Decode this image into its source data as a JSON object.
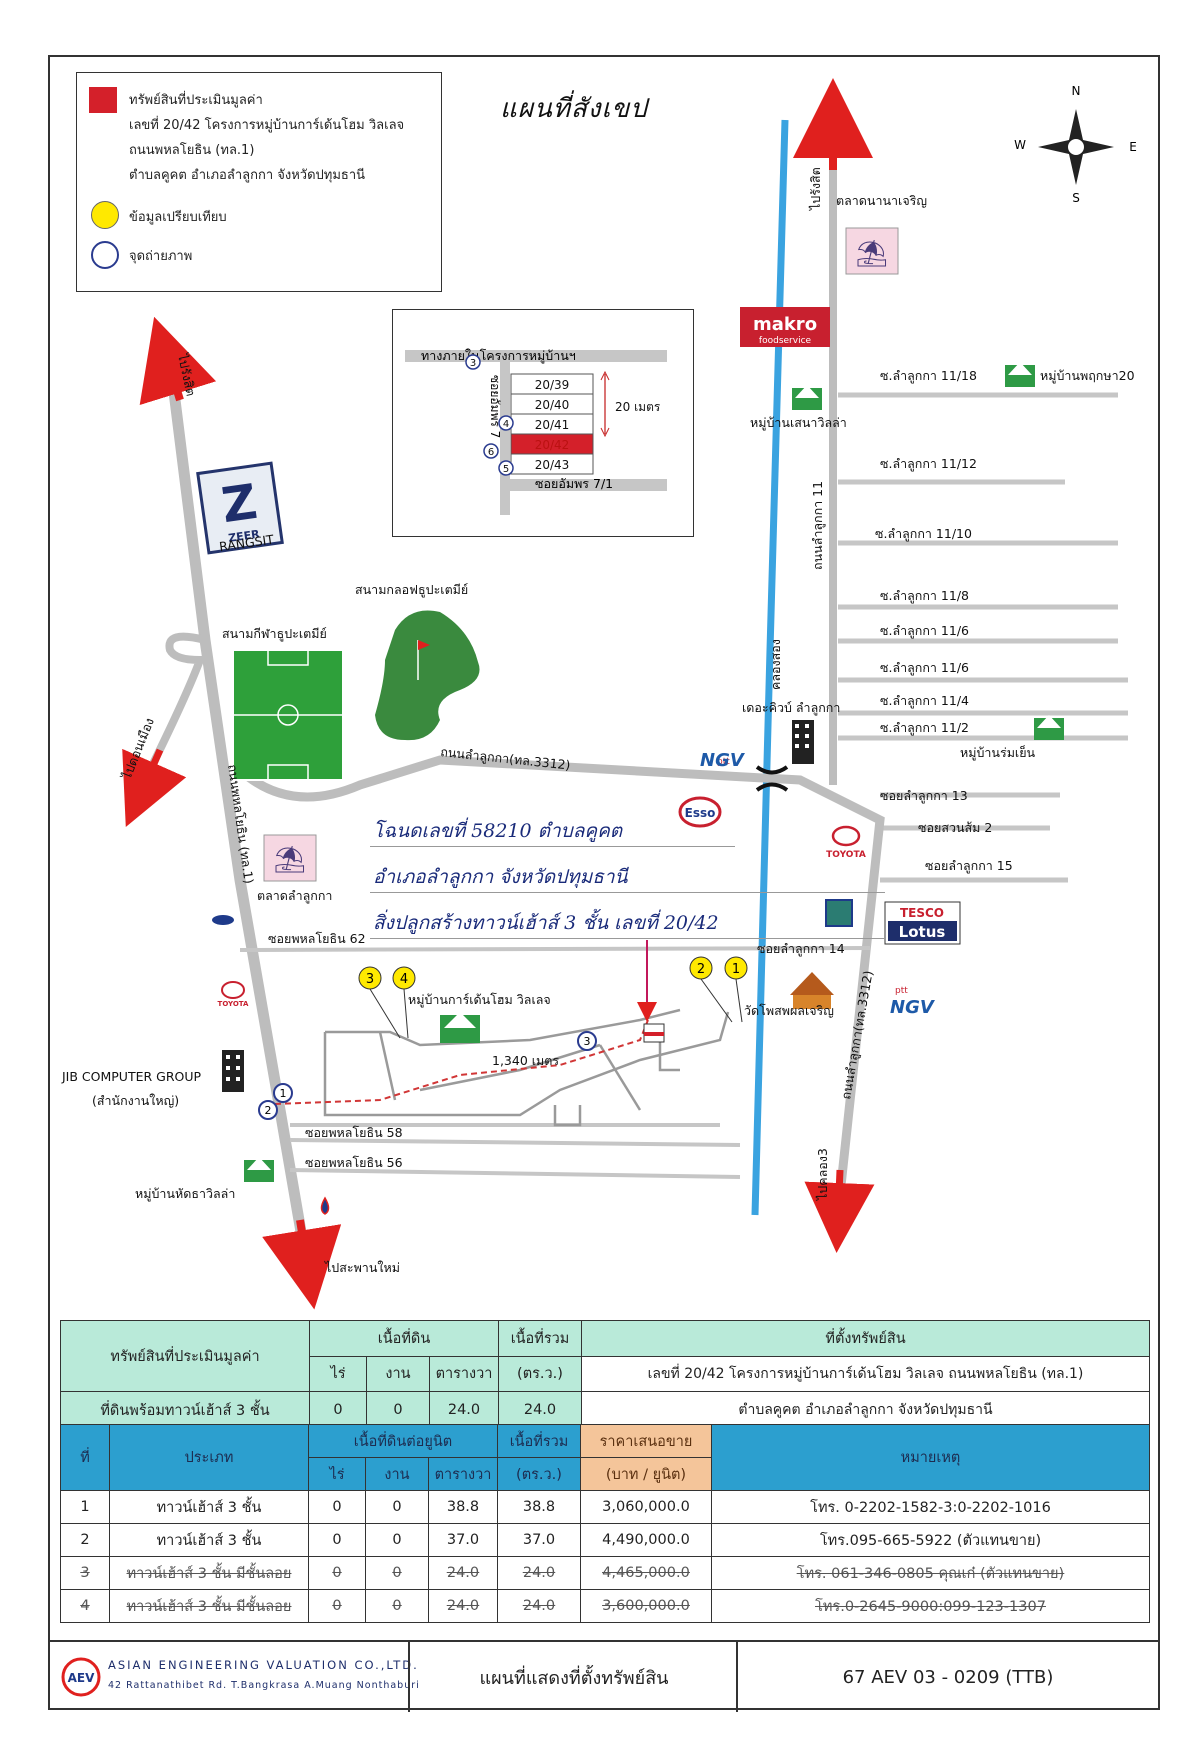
{
  "map_title": "แผนที่สังเขป",
  "compass": {
    "n": "N",
    "s": "S",
    "e": "E",
    "w": "W"
  },
  "legend": {
    "subject_label": "ทรัพย์สินที่ประเมินมูลค่า",
    "address_line1": "เลขที่ 20/42 โครงการหมู่บ้านการ์เด้นโฮม วิลเลจ",
    "address_line2": "ถนนพหลโยธิน (ทล.1)",
    "address_line3": "ตำบลคูคต อำเภอลำลูกกา จังหวัดปทุมธานี",
    "comparable_label": "ข้อมูลเปรียบเทียบ",
    "photo_point_label": "จุดถ่ายภาพ",
    "colors": {
      "subject": "#d4202a",
      "comparable": "#ffe900",
      "photo": "#2a3b8f"
    }
  },
  "inset": {
    "top_road": "ทางภายในโครงการหมู่บ้านฯ",
    "bottom_road": "ซอยอัมพร 7/1",
    "side_road": "ซอยอัมพร 7",
    "lots": [
      "20/39",
      "20/40",
      "20/41",
      "20/42",
      "20/43"
    ],
    "dimension": "20 เมตร",
    "points": [
      "3",
      "4",
      "5",
      "6"
    ]
  },
  "places": {
    "to_rangsit_right": "ไปรังสิต",
    "to_rangsit_left": "ไปรังสิต",
    "market_nana": "ตลาดนานาเจริญ",
    "makro": "makro",
    "makro_sub": "foodservice",
    "village_phruksa": "หมู่บ้านพฤกษา20",
    "village_sena": "หมู่บ้านเสนาวิลล่า",
    "soi_11_18": "ซ.ลำลูกกา 11/18",
    "soi_11_12": "ซ.ลำลูกกา 11/12",
    "soi_11_10": "ซ.ลำลูกกา 11/10",
    "soi_11_8": "ซ.ลำลูกกา 11/8",
    "soi_11_6a": "ซ.ลำลูกกา 11/6",
    "soi_11_6b": "ซ.ลำลูกกา 11/6",
    "soi_11_4": "ซ.ลำลูกกา 11/4",
    "soi_11_2": "ซ.ลำลูกกา 11/2",
    "road_lamlukka_11": "ถนนลำลูกกา 11",
    "canal_2": "คลองสอง",
    "zeer": "ZEER",
    "zeer_sub": "RANGSIT",
    "golf_course": "สนามกลอฟธูปะเตมีย์",
    "stadium": "สนามกีฬาธูปะเตมีย์",
    "to_don_mueang": "ไปดอนเมือง",
    "the_cube": "เดอะคิวบ์ ลำลูกกา",
    "village_romyen": "หมู่บ้านร่มเย็น",
    "road_lamlukka_3312": "ถนนลำลูกกา(ทล.3312)",
    "esso": "Esso",
    "ngv_top": "NGV",
    "ngv_bottom": "NGV",
    "ptt": "ptt",
    "soi_lamlukka_13": "ซอยลำลูกกา 13",
    "soi_suan_som_2": "ซอยสวนส้ม 2",
    "soi_lamlukka_15": "ซอยลำลูกกา 15",
    "toyota_right": "TOYOTA",
    "toyota_left": "TOYOTA",
    "tesco": "TESCO",
    "lotus": "Lotus",
    "road_phahonyothin": "ถนนพหลโยธิน (ทล.1)",
    "market_lamlukka": "ตลาดลำลูกกา",
    "soi_phahon_62": "ซอยพหลโยธิน 62",
    "soi_lamlukka_14": "ซอยลำลูกกา 14",
    "road_lamlukka_3312_v": "ถนนลำลูกกา(ทล.3312)",
    "village_garden_home": "หมู่บ้านการ์เด้นโฮม วิลเลจ",
    "wat_phosop": "วัดโพสพผลเจริญ",
    "distance": "1,340 เมตร",
    "jib": "JIB COMPUTER GROUP",
    "jib_sub": "(สำนักงานใหญ่)",
    "soi_phahon_58": "ซอยพหลโยธิน 58",
    "soi_phahon_56": "ซอยพหลโยธิน 56",
    "village_hatthara": "หมู่บ้านหัดธาวิลล่า",
    "to_saphan_mai": "ไปสะพานใหม่",
    "to_khlong_3": "ไปคลอง3",
    "markers": {
      "c1": "1",
      "c2": "2",
      "c3": "3",
      "c4": "4",
      "p1": "1",
      "p2": "2",
      "p3": "3"
    }
  },
  "handwritten_note": {
    "line1": "โฉนดเลขที่ 58210 ตำบลคูคต",
    "line2": "อำเภอลำลูกกา จังหวัดปทุมธานี",
    "line3": "สิ่งปลูกสร้างทาวน์เฮ้าส์ 3 ชั้น เลขที่ 20/42"
  },
  "subject_table": {
    "col_subject": "ทรัพย์สินที่ประเมินมูลค่า",
    "subject_type": "ที่ดินพร้อมทาวน์เฮ้าส์ 3 ชั้น",
    "col_land_area": "เนื้อที่ดิน",
    "col_rai": "ไร่",
    "col_ngan": "งาน",
    "col_wa": "ตารางวา",
    "col_total": "เนื้อที่รวม",
    "col_total_unit": "(ตร.ว.)",
    "col_location": "ที่ตั้งทรัพย์สิน",
    "location_line1": "เลขที่ 20/42 โครงการหมู่บ้านการ์เด้นโฮม วิลเลจ ถนนพหลโยธิน (ทล.1)",
    "location_line2": "ตำบลคูคต อำเภอลำลูกกา จังหวัดปทุมธานี",
    "rai": "0",
    "ngan": "0",
    "wa": "24.0",
    "total": "24.0"
  },
  "comparables_table": {
    "col_no": "ที่",
    "col_type": "ประเภท",
    "col_land_unit": "เนื้อที่ดินต่อยูนิต",
    "col_rai": "ไร่",
    "col_ngan": "งาน",
    "col_wa": "ตารางวา",
    "col_total": "เนื้อที่รวม",
    "col_total_unit": "(ตร.ว.)",
    "col_price": "ราคาเสนอขาย",
    "col_price_unit": "(บาท / ยูนิต)",
    "col_remark": "หมายเหตุ",
    "rows": [
      {
        "no": "1",
        "type": "ทาวน์เฮ้าส์ 3 ชั้น",
        "rai": "0",
        "ngan": "0",
        "wa": "38.8",
        "total": "38.8",
        "price": "3,060,000.0",
        "remark": "โทร. 0-2202-1582-3:0-2202-1016"
      },
      {
        "no": "2",
        "type": "ทาวน์เฮ้าส์ 3 ชั้น",
        "rai": "0",
        "ngan": "0",
        "wa": "37.0",
        "total": "37.0",
        "price": "4,490,000.0",
        "remark": "โทร.095-665-5922 (ตัวแทนขาย)"
      },
      {
        "no": "3",
        "type": "ทาวน์เฮ้าส์ 3 ชั้น มีชั้นลอย",
        "rai": "0",
        "ngan": "0",
        "wa": "24.0",
        "total": "24.0",
        "price": "4,465,000.0",
        "remark": "โทร. 061-346-0805 คุณเก๋ (ตัวแทนขาย)"
      },
      {
        "no": "4",
        "type": "ทาวน์เฮ้าส์ 3 ชั้น มีชั้นลอย",
        "rai": "0",
        "ngan": "0",
        "wa": "24.0",
        "total": "24.0",
        "price": "3,600,000.0",
        "remark": "โทร.0-2645-9000:099-123-1307"
      }
    ]
  },
  "footer": {
    "company": "ASIAN ENGINEERING VALUATION CO.,LTD.",
    "company_address": "42 Rattanathibet Rd. T.Bangkrasa A.Muang Nonthaburi",
    "logo_text": "AEV",
    "doc_title": "แผนที่แสดงที่ตั้งทรัพย์สิน",
    "doc_code": "67 AEV 03 - 0209 (TTB)"
  }
}
